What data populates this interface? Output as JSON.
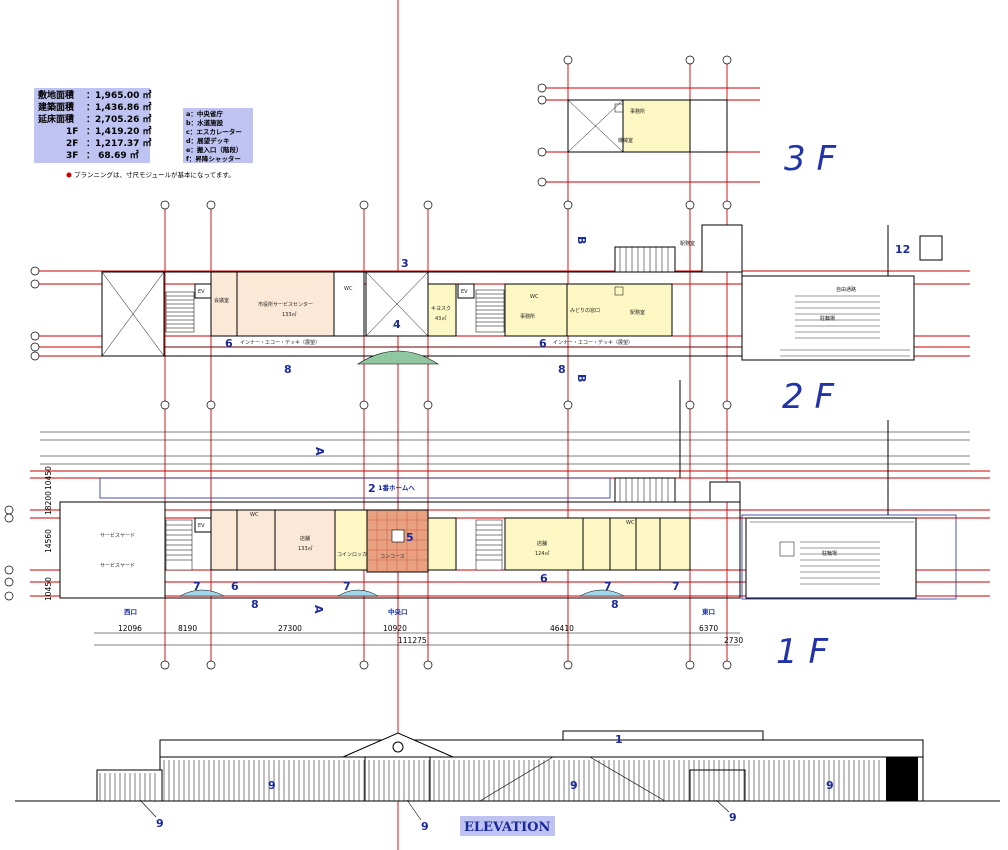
{
  "area_table": {
    "rows": [
      {
        "label": "敷地面積",
        "value": "：1,965.00 ㎡"
      },
      {
        "label": "建築面積",
        "value": "：1,436.86 ㎡"
      },
      {
        "label": "延床面積",
        "value": "：2,705.26 ㎡"
      },
      {
        "label": "1F",
        "value": "：1,419.20 ㎡"
      },
      {
        "label": "2F",
        "value": "：1,217.37 ㎡"
      },
      {
        "label": "3F",
        "value": "：     68.69 ㎡"
      }
    ]
  },
  "legend": {
    "items": [
      "a：中央省庁",
      "b：水道施設",
      "c：エスカレーター",
      "d：展望デッキ",
      "e：搬入口（階段）",
      "f：昇降シャッター"
    ]
  },
  "note": "プランニングは、寸尺モジュールが基本になってます。",
  "floor_labels": {
    "f3": "3 F",
    "f2": "2 F",
    "f1": "1 F"
  },
  "elevation_label": "ELEVATION",
  "room_labels": {
    "f2_service_center": "市役所サービスセンター",
    "f2_service_area": "133㎡",
    "f2_kiosk": "キヨスク",
    "f2_kiosk_area": "43㎡",
    "f2_office": "事務所",
    "f2_office2": "みどりの窓口",
    "f2_station": "駅務室",
    "f2_parking": "駐輪場",
    "f2_road": "自由通路",
    "f2_wc": "WC",
    "f2_ev": "EV",
    "f2_conf": "会議室",
    "f2_deck": "インナー・エコー・デッキ（展望）",
    "f1_service": "サービスヤード",
    "f1_shop": "店舗",
    "f1_shop_area": "133㎡",
    "f1_shop2": "店舗",
    "f1_shop2_area": "124㎡",
    "f1_concourse": "コンコース",
    "f1_coin": "コインロッカー",
    "f1_wc": "WC",
    "f1_ev": "EV",
    "f1_bicycle": "駐輪場",
    "f1_first_platform": "1番ホームへ",
    "f1_west": "西口",
    "f1_south": "中央口",
    "f1_east": "東口",
    "f3_office": "事務所",
    "f3_machine": "機械室"
  },
  "dimensions": {
    "d1": "12096",
    "d2": "8190",
    "d3": "27300",
    "d4": "10920",
    "d5": "46410",
    "d6": "6370",
    "total": "111275",
    "right": "2730",
    "v1": "10450",
    "v2": "18200",
    "v3": "14560",
    "v4": "10450"
  },
  "tags": {
    "n1": "1",
    "n2": "2",
    "n3": "3",
    "n4": "4",
    "n5": "5",
    "n6": "6",
    "n7": "7",
    "n8": "8",
    "n9": "9",
    "n12": "12",
    "A": "A",
    "B": "B"
  }
}
